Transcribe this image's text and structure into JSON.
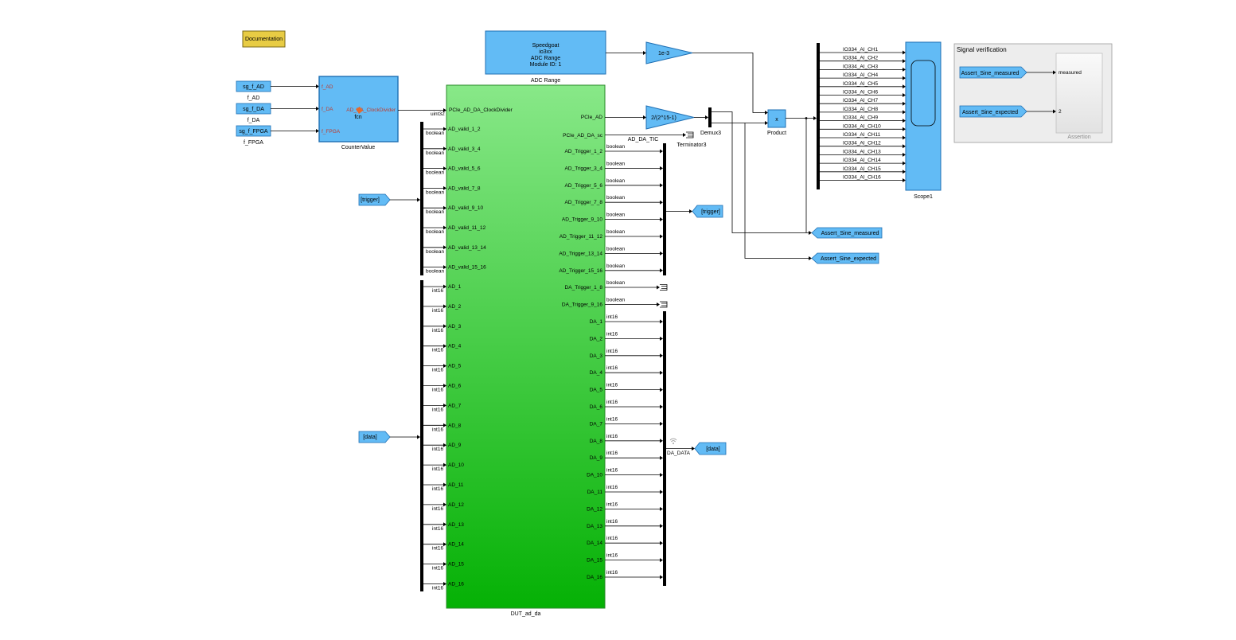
{
  "colors": {
    "block_blue": "#62bbf5",
    "block_border": "#1f6fb3",
    "green_top": "#88e888",
    "green_bottom": "#05b105",
    "documentation": "#e8cc44",
    "mux_bar": "#000000"
  },
  "documentation": {
    "label": "Documentation"
  },
  "from_blocks_left": [
    {
      "label": "sg_f_AD",
      "caption": "f_AD"
    },
    {
      "label": "sg_f_DA",
      "caption": "f_DA"
    },
    {
      "label": "sg_f_FPGA",
      "caption": "f_FPGA"
    }
  ],
  "counter_block": {
    "name": "CounterValue",
    "inputs": [
      "f_AD",
      "f_DA",
      "f_FPGA"
    ],
    "output": "AD_DA_ClockDivider",
    "body": "fcn",
    "out_type": "uint32"
  },
  "adc_range": {
    "lines": [
      "Speedgoat",
      "io3xx",
      "ADC Range",
      "Module ID: 1"
    ],
    "name": "ADC Range"
  },
  "gain_1": {
    "label": "1e-3"
  },
  "gain_2": {
    "label": "2/(2^15-1)",
    "name": "AD_DA_TIC"
  },
  "demux": {
    "name": "Demux3"
  },
  "terminator": {
    "name": "Terminator3"
  },
  "product": {
    "label": "x",
    "name": "Product"
  },
  "scope": {
    "name": "Scope1",
    "channels": [
      "IO334_AI_CH1",
      "IO334_AI_CH2",
      "IO334_AI_CH3",
      "IO334_AI_CH4",
      "IO334_AI_CH5",
      "IO334_AI_CH6",
      "IO334_AI_CH7",
      "IO334_AI_CH8",
      "IO334_AI_CH9",
      "IO334_AI_CH10",
      "IO334_AI_CH11",
      "IO334_AI_CH12",
      "IO334_AI_CH13",
      "IO334_AI_CH14",
      "IO334_AI_CH15",
      "IO334_AI_CH16"
    ]
  },
  "signal_verification": {
    "title": "Signal verification",
    "from_measured": "Assert_Sine_measured",
    "from_expected": "Assert_Sine_expected",
    "port_measured": "measured",
    "port_expected": "2",
    "assertion": "Assertion"
  },
  "goto_measured": "Assert_Sine_measured",
  "goto_expected": "Assert_Sine_expected",
  "trigger_from": "[trigger]",
  "trigger_goto": "[trigger]",
  "data_from": "[data]",
  "data_goto": "[data]",
  "da_data_label": "DA_DATA",
  "dut": {
    "name": "DUT_ad_da",
    "in_clock": "PCIe_AD_DA_ClockDivider",
    "in_valid": [
      "AD_valid_1_2",
      "AD_valid_3_4",
      "AD_valid_5_6",
      "AD_valid_7_8",
      "AD_valid_9_10",
      "AD_valid_11_12",
      "AD_valid_13_14",
      "AD_valid_15_16"
    ],
    "in_ad": [
      "AD_1",
      "AD_2",
      "AD_3",
      "AD_4",
      "AD_5",
      "AD_6",
      "AD_7",
      "AD_8",
      "AD_9",
      "AD_10",
      "AD_11",
      "AD_12",
      "AD_13",
      "AD_14",
      "AD_15",
      "AD_16"
    ],
    "out_pcie_ad": "PCIe_AD",
    "out_pcie_sc": "PCIe_AD_DA_sc",
    "out_ad_trig": [
      "AD_Trigger_1_2",
      "AD_Trigger_3_4",
      "AD_Trigger_5_6",
      "AD_Trigger_7_8",
      "AD_Trigger_9_10",
      "AD_Trigger_11_12",
      "AD_Trigger_13_14",
      "AD_Trigger_15_16"
    ],
    "out_da_trig": [
      "DA_Trigger_1_8",
      "DA_Trigger_9_16"
    ],
    "out_da": [
      "DA_1",
      "DA_2",
      "DA_3",
      "DA_4",
      "DA_5",
      "DA_6",
      "DA_7",
      "DA_8",
      "DA_9",
      "DA_10",
      "DA_11",
      "DA_12",
      "DA_13",
      "DA_14",
      "DA_15",
      "DA_16"
    ]
  },
  "types": {
    "boolean": "boolean",
    "int16": "int16"
  }
}
